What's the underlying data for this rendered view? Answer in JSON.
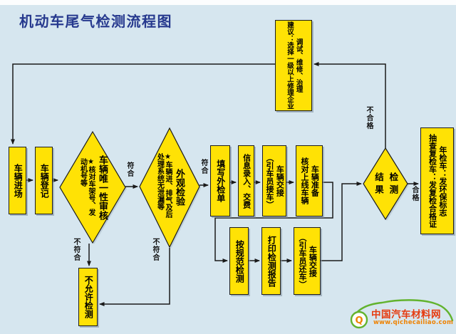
{
  "title": "机动车尾气检测流程图",
  "flow": {
    "enter": "车辆进场",
    "register": "车辆登记",
    "uniqueness": {
      "main": "车辆唯一性审核",
      "detail": "★核对车架号、发动机号等"
    },
    "appearance": {
      "main": "外观检验",
      "detail": "★车辆进、排气及后处理系统无泄漏等"
    },
    "fill_form": "填写外检单",
    "info_entry": "信息录入、交费",
    "handover_receive": {
      "lines": [
        "车辆交接",
        "（引车员接车）"
      ]
    },
    "prepare": {
      "lines": [
        "车辆准备",
        "核对上线车辆"
      ]
    },
    "suggest": {
      "lines": [
        "建议：选择一级以上修理企业",
        "调试、维修、治理"
      ]
    },
    "not_allowed": "不允许检测",
    "standard_test": "按规范检测",
    "print_report": "打印检测报告",
    "handover_return": {
      "lines": [
        "车辆交接",
        "（引车员还车）"
      ]
    },
    "result": {
      "lines": [
        "检测",
        "结果"
      ]
    },
    "certificate": {
      "lines": [
        "年检车：发环保标志",
        "抽查复检车：发复检合格证"
      ]
    }
  },
  "labels": {
    "pass_1": "符合",
    "pass_2": "符合",
    "fail_1": "不符合",
    "fail_2": "不符合",
    "unqualified": "不合格",
    "qualified": "合格"
  },
  "logo": {
    "mark": "Q",
    "name": "中国汽车材料网",
    "url": "www.qichecailiao.com"
  },
  "colors": {
    "background": "#d6e6ef",
    "node_fill": "#ffe205",
    "node_border": "#1c1c1c",
    "title_text": "#26398e",
    "connector": "#1a1a1a",
    "logo_green": "#62b32e",
    "logo_red": "#e63b10",
    "logo_orange": "#ef8200"
  }
}
